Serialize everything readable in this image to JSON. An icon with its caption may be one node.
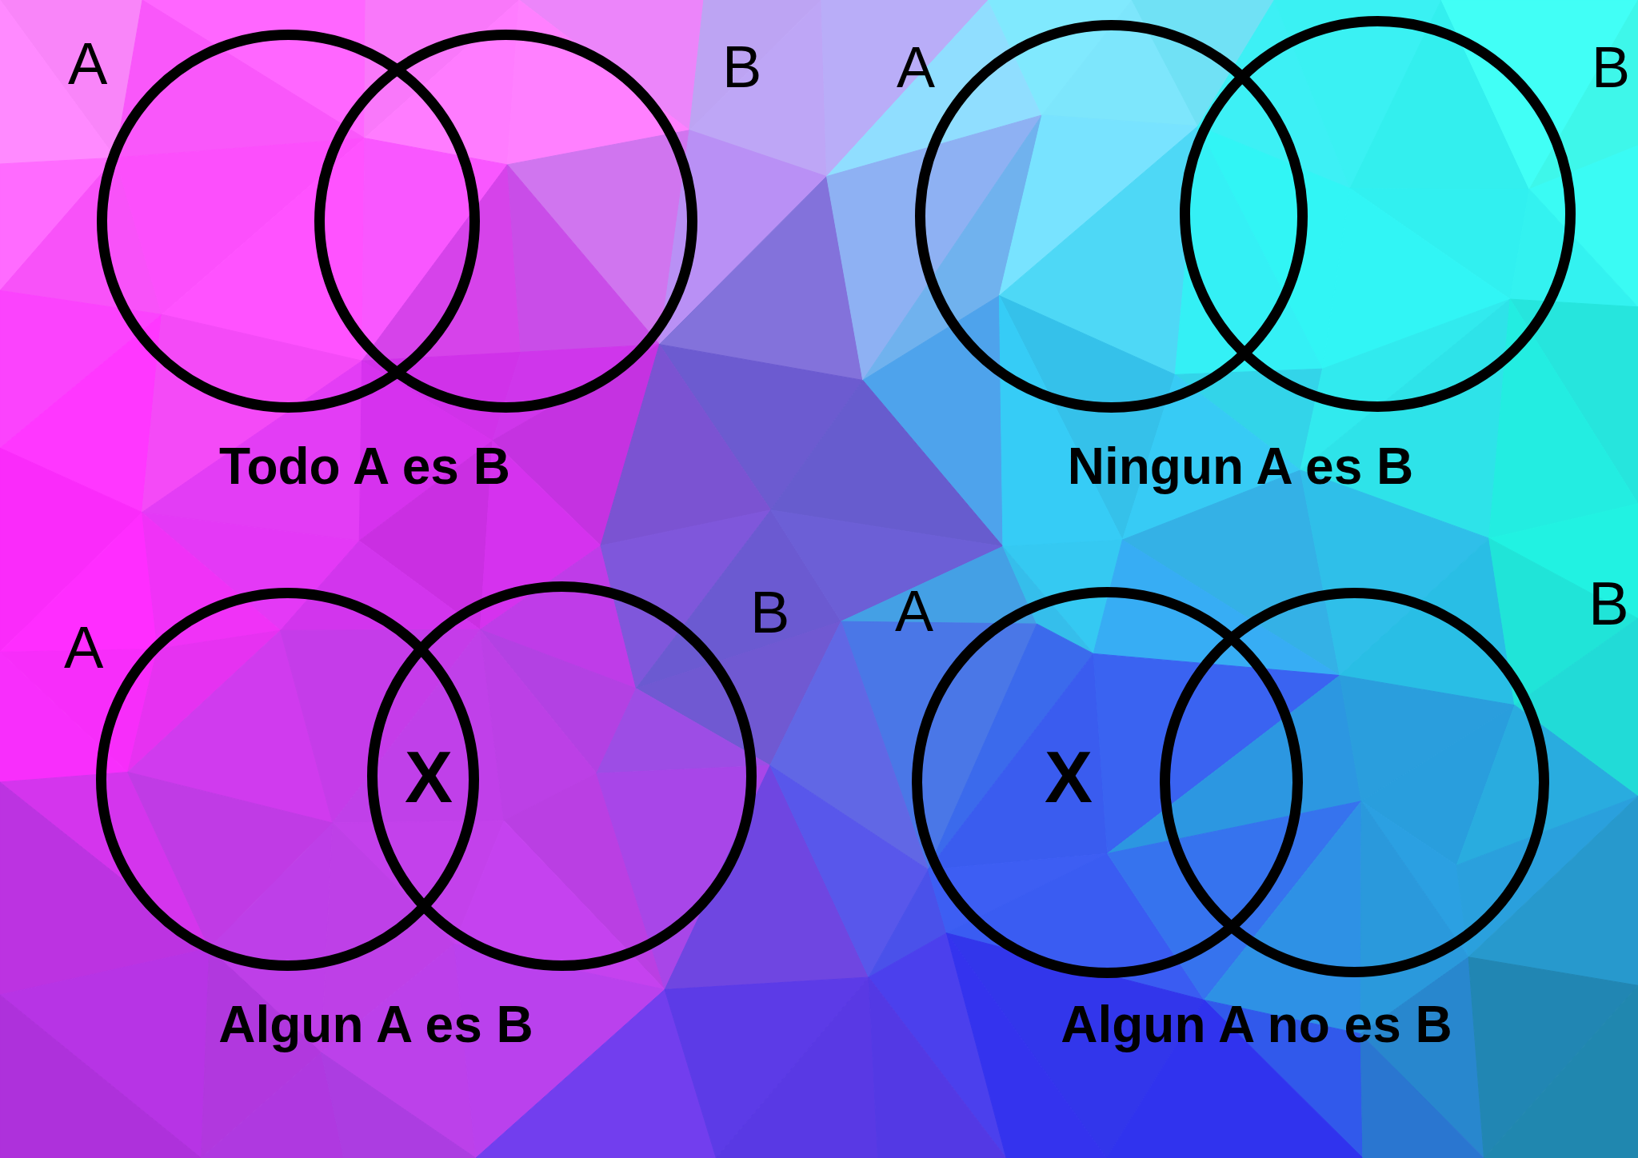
{
  "diagram": {
    "nodes": [
      {
        "text": [
          "A"
        ]
      },
      {
        "text": [
          "B"
        ]
      },
      {
        "text": [
          "A"
        ]
      },
      {
        "text": [
          "B"
        ]
      },
      {
        "text": [
          "A"
        ]
      },
      {
        "text": [
          "B"
        ]
      },
      {
        "text": [
          "A"
        ]
      },
      {
        "text": [
          "B"
        ]
      }
    ],
    "labels": [
      "Todo A es B",
      "Ningun A es B",
      "X",
      "X",
      "Algun A es B",
      "Algun A no es B"
    ]
  }
}
